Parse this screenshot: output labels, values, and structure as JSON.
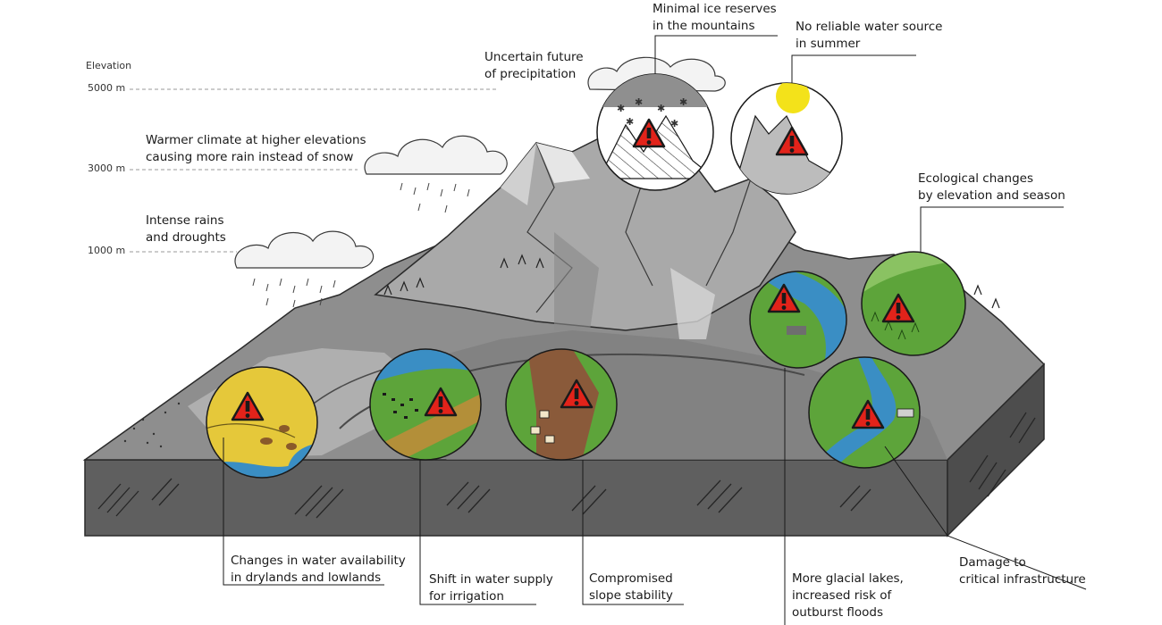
{
  "elevation": {
    "title": "Elevation",
    "levels": [
      "5000 m",
      "3000 m",
      "1000 m"
    ]
  },
  "labels": {
    "uncertain_precip": "Uncertain future\nof precipitation",
    "minimal_ice": "Minimal ice reserves\nin the mountains",
    "no_water_summer": "No reliable water source\nin summer",
    "warmer_climate": "Warmer climate at higher elevations\ncausing more rain instead of snow",
    "intense_rains": "Intense rains\nand droughts",
    "ecological_changes": "Ecological changes\nby elevation and season",
    "drylands": "Changes in water availability\nin drylands and lowlands",
    "irrigation": "Shift in water supply\nfor irrigation",
    "slope": "Compromised\nslope stability",
    "glacial_lakes": "More glacial lakes,\nincreased risk of\noutburst floods",
    "infrastructure": "Damage to\ncritical infrastructure"
  },
  "icons": {
    "warning": "warning-triangle-icon",
    "sun": "sun-icon",
    "cloud": "cloud-icon"
  },
  "colors": {
    "warning_fill": "#e2231a",
    "sun": "#f3e21a",
    "dryland": "#e5c83a",
    "green": "#5da43a",
    "water": "#3a8ec4",
    "mountain": "#a7a7a7",
    "base": "#6e6e6e"
  }
}
